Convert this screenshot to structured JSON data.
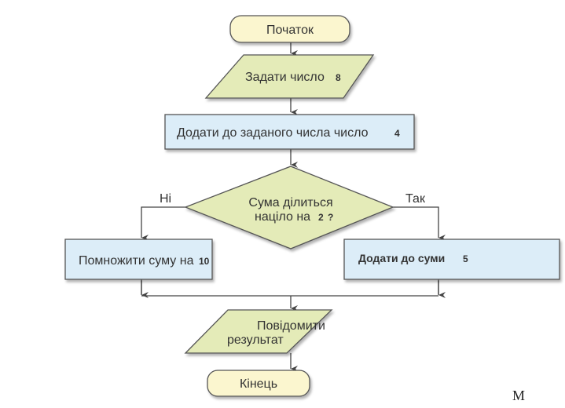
{
  "colors": {
    "terminal": "#fbf6cf",
    "io": "#e4ebb8",
    "process": "#dcedf8",
    "decision": "#e4ebb8",
    "stroke": "#555555"
  },
  "start": {
    "label": "Початок"
  },
  "input": {
    "label": "Задати число",
    "value": "8"
  },
  "add": {
    "label": "Додати до заданого числа число",
    "value": "4"
  },
  "decision": {
    "line1": "Сума ділиться",
    "line2": "націло на",
    "value": "2",
    "q": "?"
  },
  "branches": {
    "no": "Ні",
    "yes": "Так"
  },
  "multiply": {
    "label": "Помножити суму на",
    "value": "10"
  },
  "add_sum": {
    "label": "Додати до суми",
    "value": "5"
  },
  "output": {
    "line1": "Повідомити",
    "line2": "результат"
  },
  "end": {
    "label": "Кінець"
  },
  "stray": {
    "text": "M"
  }
}
